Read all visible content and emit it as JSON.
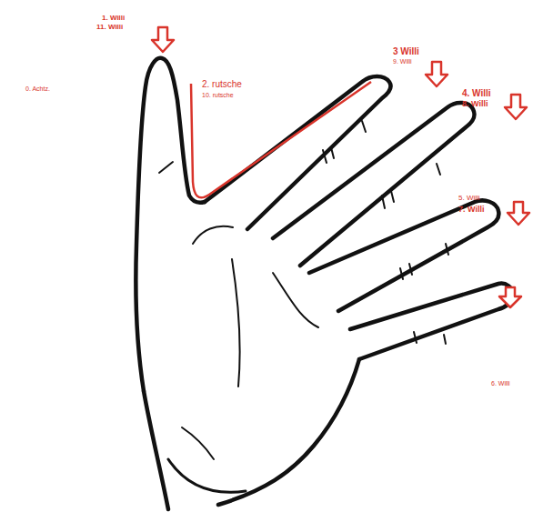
{
  "diagram": {
    "labels": [
      "1. Willi",
      "11. Willi",
      "0. Achtz.",
      "2. rutsche",
      "10. rutsche",
      "3 Willi",
      "9. Willi",
      "4. Willi",
      "8. Willi",
      "5. Willi",
      "7. Willi",
      "6. Willi"
    ]
  }
}
